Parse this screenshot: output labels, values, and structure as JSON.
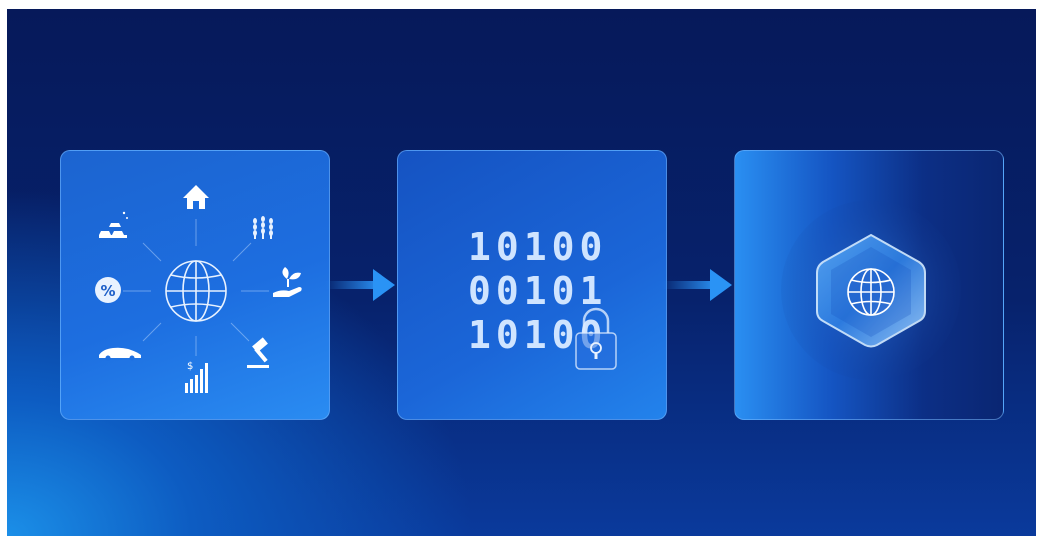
{
  "diagram": {
    "panels": [
      {
        "id": "assets",
        "icons": [
          "house-icon",
          "wheat-icon",
          "plant-in-hand-icon",
          "gavel-icon",
          "bar-chart-dollar-icon",
          "car-icon",
          "percent-icon",
          "gold-bars-icon",
          "globe-icon"
        ]
      },
      {
        "id": "data",
        "binary_rows": [
          "10100",
          "00101",
          "10100"
        ],
        "icons": [
          "padlock-icon"
        ]
      },
      {
        "id": "token",
        "icons": [
          "hexagon-icon",
          "globe-icon"
        ]
      }
    ],
    "connectors": [
      "arrow-right-icon",
      "arrow-right-icon"
    ],
    "colors": {
      "background_top": "#06195a",
      "background_glow": "#1b8fe8",
      "panel": "#1d6ee0",
      "icon": "#ffffff",
      "accent": "#cfe4ff"
    }
  }
}
